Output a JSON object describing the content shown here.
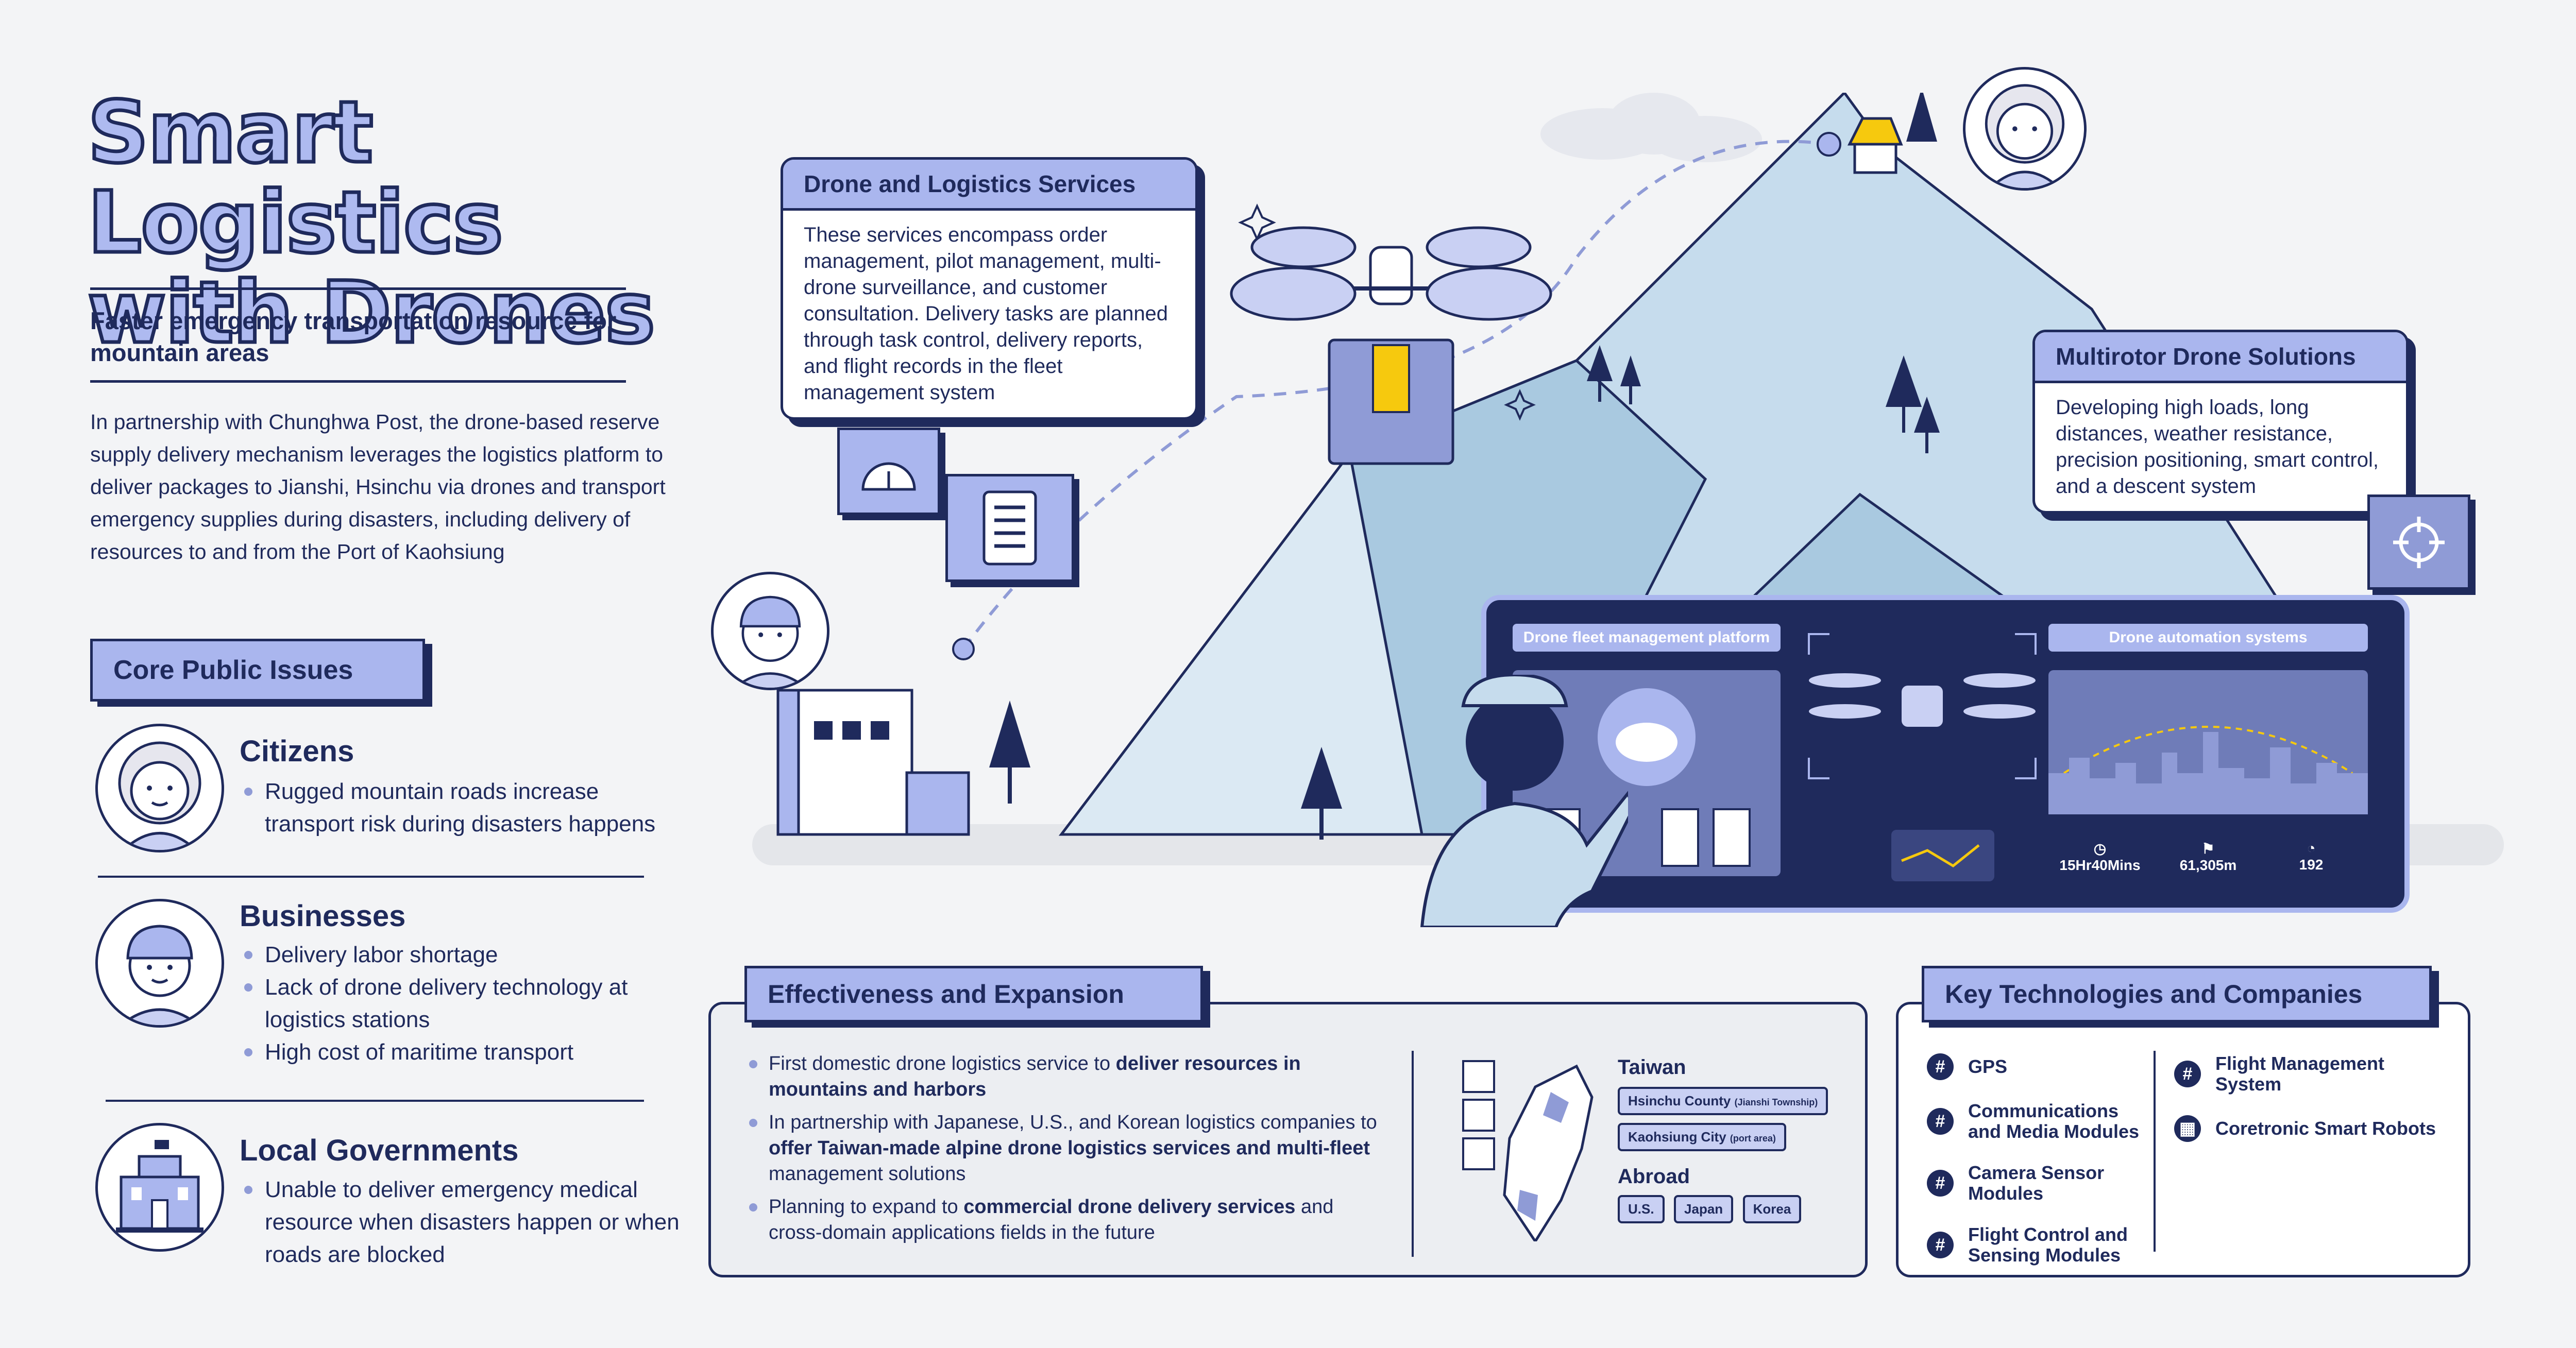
{
  "title_line1": "Smart Logistics",
  "title_line2": "with Drones",
  "subtitle": "Faster emergency transportation resource for mountain areas",
  "intro": "In partnership with Chunghwa Post, the drone-based reserve supply delivery mechanism leverages the logistics platform to deliver packages to Jianshi, Hsinchu via drones and transport emergency supplies during disasters, including delivery of resources to and from the Port of Kaohsiung",
  "core_issues": {
    "label": "Core Public Issues",
    "citizens": {
      "heading": "Citizens",
      "bullets": [
        "Rugged mountain roads increase transport risk during disasters happens"
      ]
    },
    "businesses": {
      "heading": "Businesses",
      "bullets": [
        "Delivery labor shortage",
        "Lack of drone delivery technology at logistics stations",
        "High cost of maritime transport"
      ]
    },
    "governments": {
      "heading": "Local Governments",
      "bullets": [
        "Unable to deliver emergency medical resource when disasters happen or when roads are blocked"
      ]
    }
  },
  "drone_services": {
    "heading": "Drone and Logistics Services",
    "body": "These services encompass order management, pilot management, multi-drone surveillance, and customer consultation.  Delivery tasks are planned through task control, delivery reports, and flight records in the fleet management system"
  },
  "multirotor": {
    "heading": "Multirotor Drone Solutions",
    "body": "Developing high loads, long distances, weather resistance, precision positioning, smart control, and a descent system"
  },
  "screen": {
    "fleet_label": "Drone fleet management platform",
    "auto_label": "Drone automation systems",
    "stat_time": "15Hr40Mins",
    "stat_distance": "61,305m",
    "stat_count": "192"
  },
  "effectiveness": {
    "label": "Effectiveness and Expansion",
    "item1_a": "First domestic drone logistics service to ",
    "item1_b": "deliver resources in mountains and harbors",
    "item2_a": "In partnership with  Japanese, U.S., and Korean logistics companies to ",
    "item2_b": "offer Taiwan-made alpine drone logistics services and multi-fleet",
    "item2_c": " management solutions",
    "item3_a": "Planning to expand to ",
    "item3_b": "commercial drone delivery services",
    "item3_c": " and cross-domain applications fields in the future",
    "taiwan_label": "Taiwan",
    "hsinchu": "Hsinchu County",
    "hsinchu_note": "(Jianshi Township)",
    "kaohsiung": "Kaohsiung City",
    "kaohsiung_note": "(port area)",
    "abroad_label": "Abroad",
    "abroad": [
      "U.S.",
      "Japan",
      "Korea"
    ]
  },
  "key_tech": {
    "label": "Key Technologies and Companies",
    "left": [
      "GPS",
      "Communications and Media Modules",
      "Camera Sensor Modules",
      "Flight Control and Sensing Modules"
    ],
    "right": [
      "Flight Management System",
      "Coretronic Smart Robots"
    ]
  },
  "colors": {
    "navy": "#1f2a5c",
    "lavender": "#aab6ee",
    "light": "#dbe9f3",
    "gold": "#f6c90e"
  }
}
